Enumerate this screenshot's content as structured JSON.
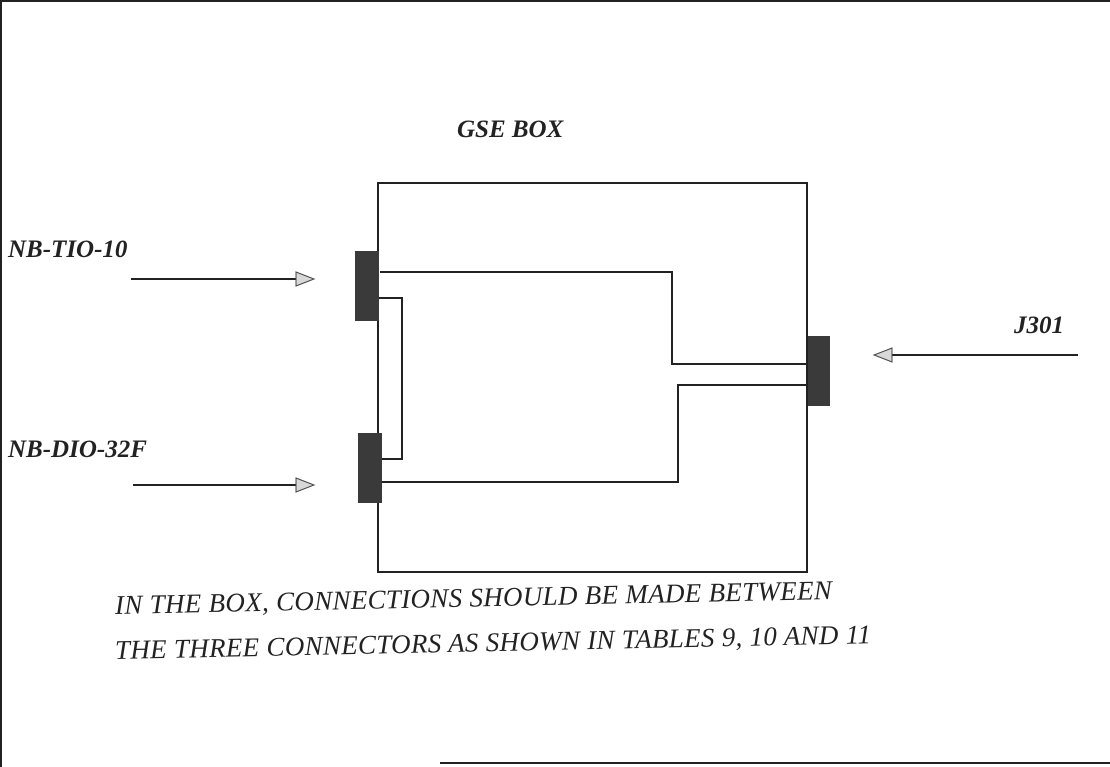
{
  "diagram": {
    "title": "GSE BOX",
    "inputs": [
      {
        "id": "tio",
        "label": "NB-TIO-10"
      },
      {
        "id": "dio",
        "label": "NB-DIO-32F"
      },
      {
        "id": "j301",
        "label": "J301"
      }
    ],
    "note_lines": [
      "IN THE BOX, CONNECTIONS SHOULD BE MADE BETWEEN",
      "THE THREE CONNECTORS AS SHOWN IN TABLES 9, 10 AND 11"
    ],
    "colors": {
      "line": "#222222",
      "connector": "#3a3a3a",
      "arrowhead_fill": "#d8d8d8"
    }
  }
}
